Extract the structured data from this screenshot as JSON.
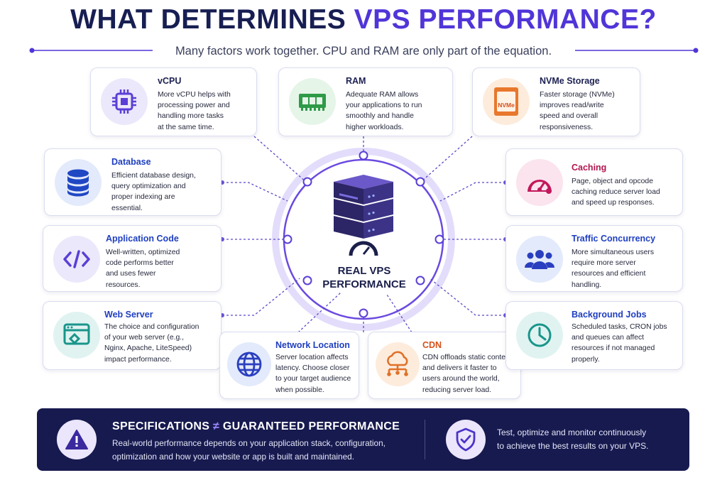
{
  "title": {
    "part1": "WHAT DETERMINES ",
    "accent": "VPS PERFORMANCE?"
  },
  "subtitle": "Many factors work together. CPU and RAM are only part of the equation.",
  "center": {
    "line1": "REAL VPS",
    "line2": "PERFORMANCE"
  },
  "cards": {
    "vcpu": {
      "title": "vCPU",
      "lines": [
        "More vCPU helps with",
        "processing power and",
        "handling more tasks",
        "at the same time."
      ],
      "icon": "cpu-chip-icon"
    },
    "ram": {
      "title": "RAM",
      "lines": [
        "Adequate RAM allows",
        "your applications to run",
        "smoothly and handle",
        "higher workloads."
      ],
      "icon": "ram-module-icon"
    },
    "nvme": {
      "title": "NVMe Storage",
      "lines": [
        "Faster storage (NVMe)",
        "improves read/write",
        "speed and overall",
        "responsiveness."
      ],
      "icon": "nvme-drive-icon",
      "icon_label": "NVMe"
    },
    "database": {
      "title": "Database",
      "lines": [
        "Efficient database design,",
        "query optimization and",
        "proper indexing are",
        "essential."
      ],
      "icon": "database-icon"
    },
    "caching": {
      "title": "Caching",
      "lines": [
        "Page, object and opcode",
        "caching reduce server load",
        "and speed up responses."
      ],
      "icon": "speedometer-icon"
    },
    "appcode": {
      "title": "Application Code",
      "lines": [
        "Well-written, optimized",
        "code performs better",
        "and uses fewer",
        "resources."
      ],
      "icon": "code-brackets-icon"
    },
    "traffic": {
      "title": "Traffic Concurrency",
      "lines": [
        "More simultaneous users",
        "require more server",
        "resources and efficient",
        "handling."
      ],
      "icon": "users-group-icon"
    },
    "webserver": {
      "title": "Web Server",
      "lines": [
        "The choice and configuration",
        "of your web server (e.g.,",
        "Nginx, Apache, LiteSpeed)",
        "impact performance."
      ],
      "icon": "browser-window-icon"
    },
    "network": {
      "title": "Network Location",
      "lines": [
        "Server location affects",
        "latency. Choose closer",
        "to your target audience",
        "when possible."
      ],
      "icon": "globe-icon"
    },
    "cdn": {
      "title": "CDN",
      "lines": [
        "CDN offloads static content",
        "and delivers it faster to",
        "users around the world,",
        "reducing server load."
      ],
      "icon": "cloud-network-icon"
    },
    "background": {
      "title": "Background Jobs",
      "lines": [
        "Scheduled tasks, CRON jobs",
        "and queues can affect",
        "resources if not managed",
        "properly."
      ],
      "icon": "clock-icon"
    }
  },
  "banner": {
    "title_left": "SPECIFICATIONS",
    "neq": "≠",
    "title_right": "GUARANTEED PERFORMANCE",
    "desc": [
      "Real-world performance depends on your application stack, configuration,",
      "optimization and how your website or app is built and maintained."
    ],
    "right": [
      "Test, optimize and monitor continuously",
      "to achieve the best results on your VPS."
    ]
  },
  "colors": {
    "navy": "#171a4f",
    "accent": "#5135d8",
    "blue_title": "#1f3fbf",
    "orange_title": "#d6501b"
  }
}
